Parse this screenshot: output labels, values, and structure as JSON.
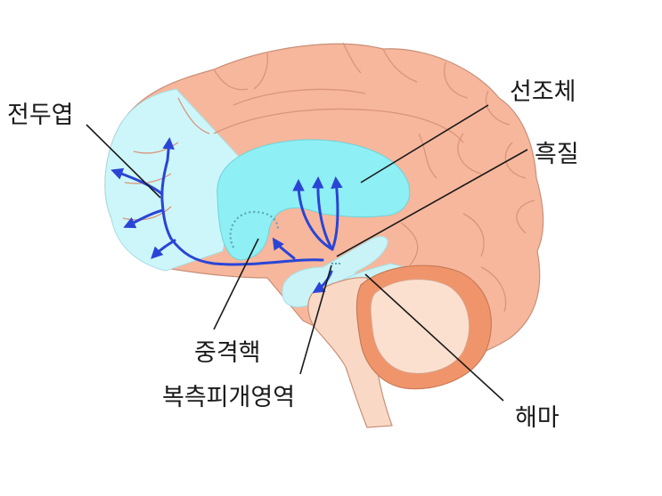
{
  "labels": {
    "frontal_lobe": "전두엽",
    "striatum": "선조체",
    "substantia_nigra": "흑질",
    "nucleus_accumbens": "중격핵",
    "ventral_tegmental_area": "복측피개영역",
    "hippocampus": "해마"
  },
  "colors": {
    "cortex": "#f7b79c",
    "cortex_outline": "#c98f78",
    "gyrus_line": "#d9957a",
    "frontal_region": "#cdf6fa",
    "striatum": "#8eeff5",
    "midbrain_region": "#c9f3f7",
    "brainstem": "#f9d9c6",
    "cerebellum_outer": "#f0956b",
    "cerebellum_inner": "#fbe0d0",
    "pathway": "#2a45d6",
    "leader_line": "#1a1a1a"
  }
}
